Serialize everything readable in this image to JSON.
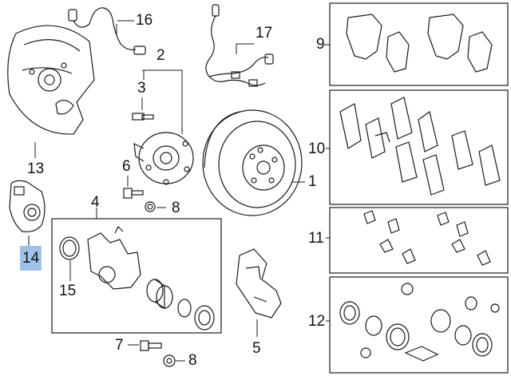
{
  "labels": {
    "n1": "1",
    "n2": "2",
    "n3": "3",
    "n4": "4",
    "n5": "5",
    "n6": "6",
    "n7": "7",
    "n8a": "8",
    "n8b": "8",
    "n9": "9",
    "n10": "10",
    "n11": "11",
    "n12": "12",
    "n13": "13",
    "n14": "14",
    "n15": "15",
    "n16": "16",
    "n17": "17"
  },
  "highlight": {
    "part": "14",
    "color": "#9fc3e8"
  },
  "colors": {
    "line": "#1a1a1a",
    "box": "#333333"
  }
}
